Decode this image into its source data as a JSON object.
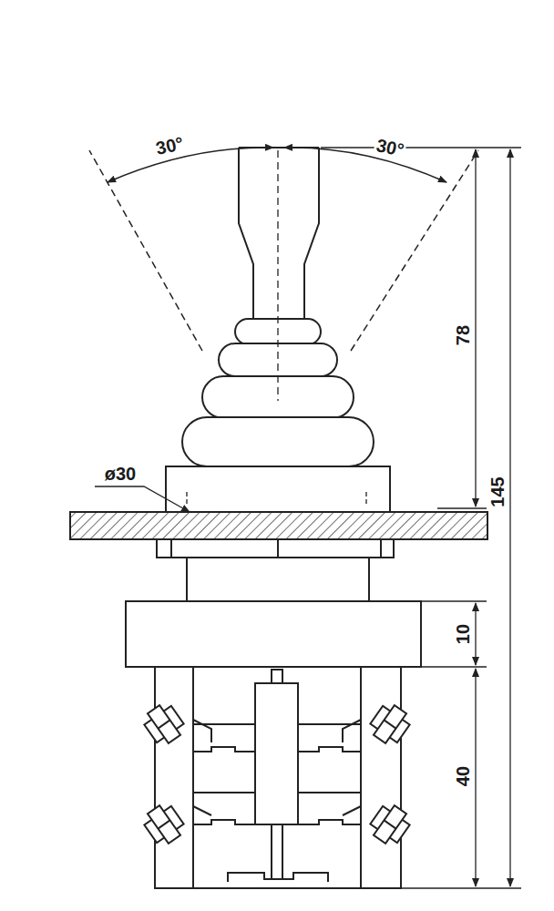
{
  "diagram": {
    "labels": [
      "30°",
      "30°",
      "78",
      "145",
      "ø30",
      "10",
      "40"
    ]
  }
}
